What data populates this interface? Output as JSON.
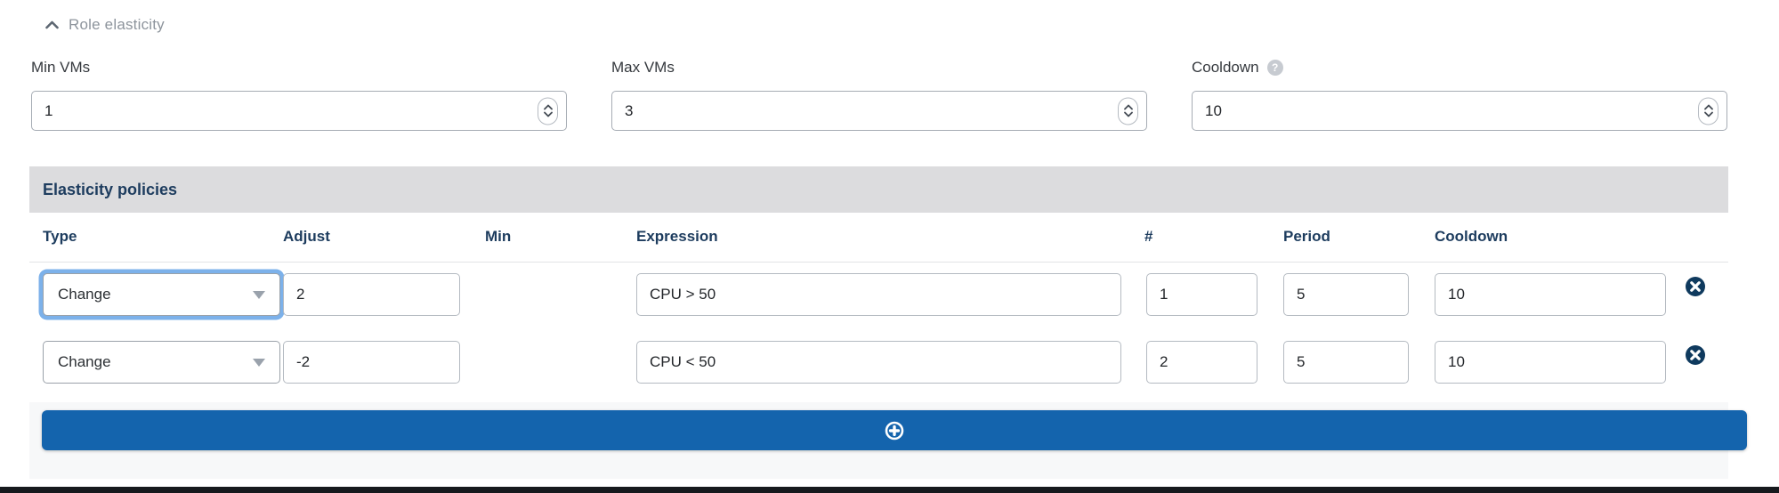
{
  "section": {
    "title": "Role elasticity"
  },
  "fields": {
    "min_vms": {
      "label": "Min VMs",
      "value": "1"
    },
    "max_vms": {
      "label": "Max VMs",
      "value": "3"
    },
    "cooldown": {
      "label": "Cooldown",
      "value": "10",
      "help_glyph": "?"
    }
  },
  "policies": {
    "title": "Elasticity policies",
    "columns": [
      "Type",
      "Adjust",
      "Min",
      "Expression",
      "#",
      "Period",
      "Cooldown"
    ],
    "rows": [
      {
        "type": "Change",
        "adjust": "2",
        "min": "",
        "expression": "CPU > 50",
        "count": "1",
        "period": "5",
        "cooldown": "10"
      },
      {
        "type": "Change",
        "adjust": "-2",
        "min": "",
        "expression": "CPU < 50",
        "count": "2",
        "period": "5",
        "cooldown": "10"
      }
    ]
  },
  "colors": {
    "accent_blue": "#1464ad",
    "navy_text": "#1d3c5e",
    "band_gray": "#dcdcde",
    "focus_ring": "#7cb1ea",
    "delete_navy": "#0f3a5e"
  }
}
